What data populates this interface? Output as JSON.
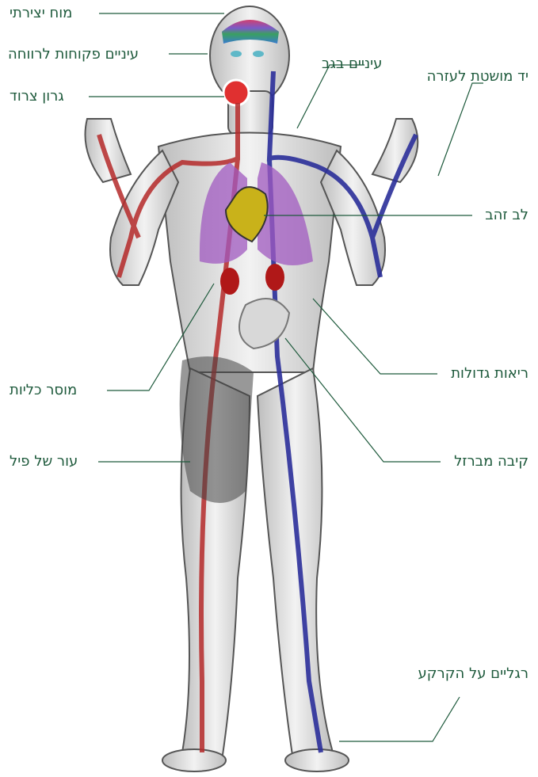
{
  "labels": {
    "brain": "מוח יצירתי",
    "eyes_open": "עיניים פקוחות לרווחה",
    "throat": "גרון צרוד",
    "eyes_back": "עיניים בגב",
    "hand": "יד מושטת לעזרה",
    "heart": "לב זהב",
    "lungs": "ריאות גדולות",
    "kidneys": "מוסר כליות",
    "stomach": "קיבה מברזל",
    "skin": "עור של פיל",
    "legs": "רגליים על הקרקע"
  },
  "colors": {
    "label_text": "#1e5a3c",
    "leader_line": "#1e5a3c",
    "arteries": "#b52a2a",
    "veins": "#2b2f9a",
    "lungs": "#a05ac0",
    "heart": "#c9b21a",
    "kidneys": "#b01818",
    "skin_body": "#d9d9d9"
  }
}
